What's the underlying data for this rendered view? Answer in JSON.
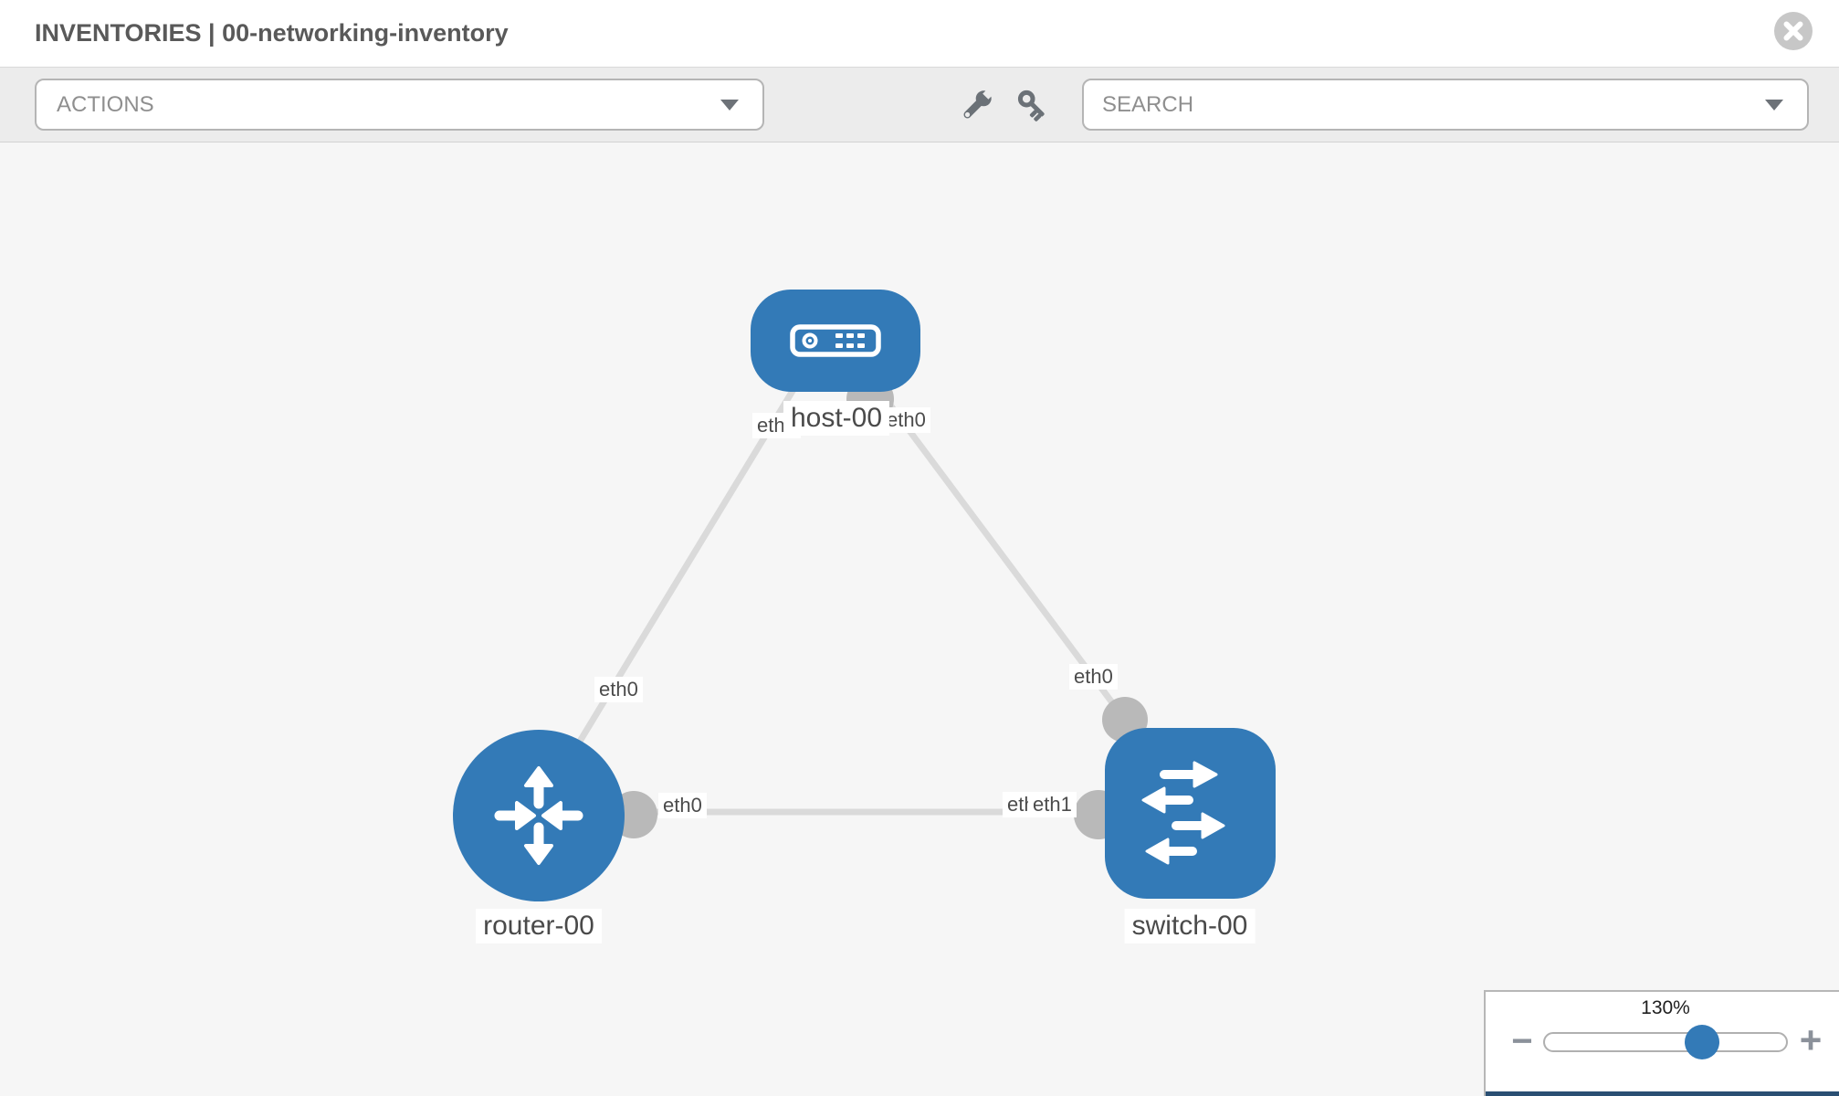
{
  "window": {
    "title": "INVENTORIES | 00-networking-inventory"
  },
  "toolbar": {
    "actions_label": "ACTIONS",
    "search_placeholder": "SEARCH",
    "icons": [
      "wrench-icon",
      "key-icon",
      "caret-down-icon",
      "close-circle-icon"
    ]
  },
  "topology": {
    "nodes": [
      {
        "id": "host-00",
        "type": "host",
        "label": "host-00"
      },
      {
        "id": "router-00",
        "type": "router",
        "label": "router-00"
      },
      {
        "id": "switch-00",
        "type": "switch",
        "label": "switch-00"
      }
    ],
    "links": [
      {
        "from": "host-00",
        "from_port": "eth0",
        "to": "router-00",
        "to_port": "eth0"
      },
      {
        "from": "host-00",
        "from_port": "eth0",
        "to": "switch-00",
        "to_port": "eth0"
      },
      {
        "from": "router-00",
        "from_port": "eth0",
        "to": "switch-00",
        "to_port": "eth1"
      }
    ],
    "port_labels": {
      "host_to_router_host_end": "eth0",
      "host_to_router_router_end": "eth0",
      "host_to_switch_host_end": "eth0",
      "host_to_switch_switch_end": "eth0",
      "router_to_switch_router_end": "eth0",
      "router_to_switch_switch_end_under": "eth0",
      "router_to_switch_switch_end_over": "eth1"
    }
  },
  "zoom_control": {
    "value": "130%",
    "minus_label": "−",
    "plus_label": "+",
    "slider_percent": 65
  },
  "colors": {
    "node_blue": "#337ab7",
    "port_gray": "#b9b9b9",
    "link_gray": "#dadada",
    "canvas_bg": "#f6f6f6",
    "toolbar_bg": "#ececec",
    "accent_bar": "#2a4f73"
  }
}
